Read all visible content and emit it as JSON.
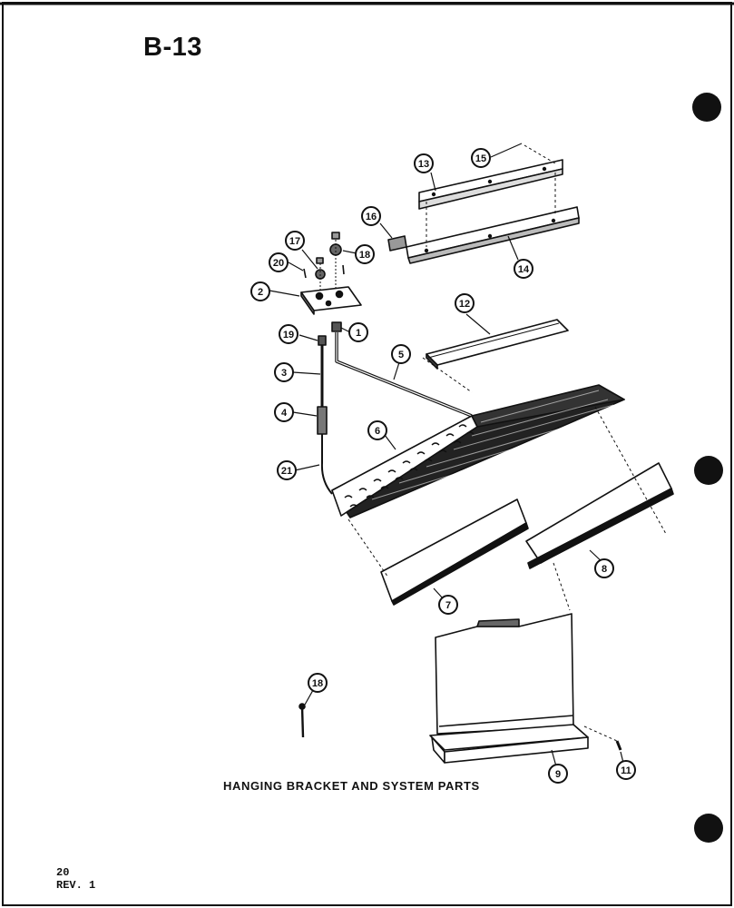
{
  "page_code": "B-13",
  "caption": "HANGING BRACKET AND SYSTEM PARTS",
  "page_number": "20",
  "revision": "REV. 1",
  "colors": {
    "ink": "#111111",
    "paper": "#ffffff"
  },
  "callouts": {
    "c1": "1",
    "c2": "2",
    "c3": "3",
    "c4": "4",
    "c5": "5",
    "c6": "6",
    "c7": "7",
    "c8": "8",
    "c9": "9",
    "c11": "11",
    "c12": "12",
    "c13": "13",
    "c14": "14",
    "c15": "15",
    "c16": "16",
    "c17": "17",
    "c18": "18",
    "c18b": "18",
    "c19": "19",
    "c20": "20",
    "c21": "21"
  }
}
